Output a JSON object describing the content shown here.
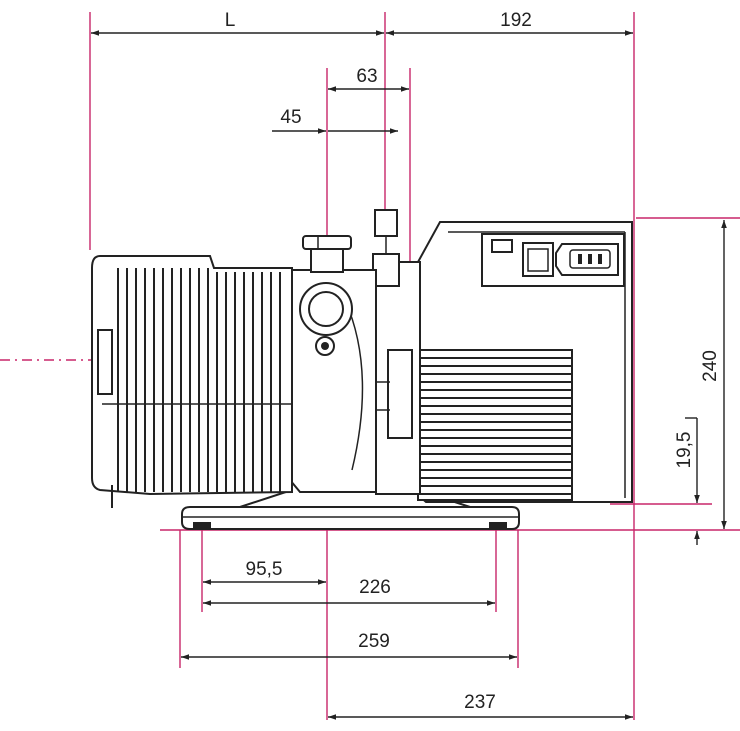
{
  "dimensions": {
    "l": "L",
    "top_width": "192",
    "offset_63": "63",
    "offset_45": "45",
    "height": "240",
    "foot_height": "19,5",
    "d_95_5": "95,5",
    "d_226": "226",
    "d_259": "259",
    "d_237": "237"
  },
  "colors": {
    "reference_lines": "#c8266a",
    "linework": "#222222"
  }
}
